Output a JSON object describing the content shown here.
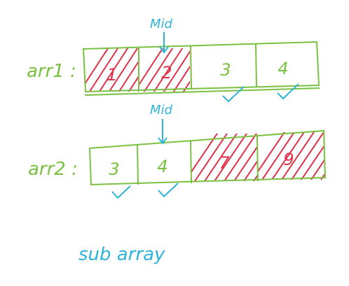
{
  "colors": {
    "array_stroke": "#7ac142",
    "hatch": "#e0334a",
    "annotation": "#2fb3d8",
    "background": "#ffffff"
  },
  "arrays": [
    {
      "id": "arr1",
      "label": "arr1 :",
      "mid_label": "Mid",
      "mid_index": 1,
      "cells": [
        {
          "value": "1",
          "hatched": true,
          "checked": false
        },
        {
          "value": "2",
          "hatched": true,
          "checked": false
        },
        {
          "value": "3",
          "hatched": false,
          "checked": true
        },
        {
          "value": "4",
          "hatched": false,
          "checked": true
        }
      ]
    },
    {
      "id": "arr2",
      "label": "arr2 :",
      "mid_label": "Mid",
      "mid_index": 1,
      "cells": [
        {
          "value": "3",
          "hatched": false,
          "checked": true
        },
        {
          "value": "4",
          "hatched": false,
          "checked": true
        },
        {
          "value": "7",
          "hatched": true,
          "checked": false
        },
        {
          "value": "9",
          "hatched": true,
          "checked": false
        }
      ]
    }
  ],
  "footer_text": "sub array"
}
